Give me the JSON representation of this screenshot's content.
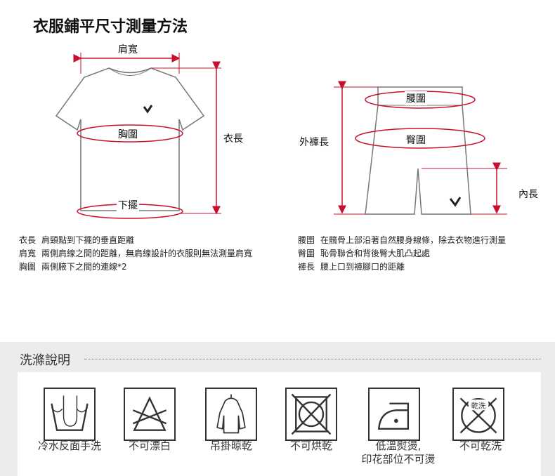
{
  "title": "衣服鋪平尺寸測量方法",
  "shirt": {
    "shoulder": "肩寬",
    "chest": "胸圍",
    "length": "衣長",
    "hem": "下擺"
  },
  "pants": {
    "waist": "腰圍",
    "hip": "臀圍",
    "outseam": "外褲長",
    "inseam": "內長"
  },
  "shirt_desc": [
    {
      "k": "衣長",
      "v": "肩頸點到下擺的垂直距離"
    },
    {
      "k": "肩寬",
      "v": "兩側肩線之間的距離，無肩線設計的衣服則無法測量肩寬"
    },
    {
      "k": "胸圍",
      "v": "兩側腋下之間的連線*2"
    }
  ],
  "pants_desc": [
    {
      "k": "腰圍",
      "v": "在髖骨上部沿著自然腰身線條，除去衣物進行測量"
    },
    {
      "k": "臀圍",
      "v": "恥骨聯合和背後臀大肌凸起處"
    },
    {
      "k": "褲長",
      "v": "腰上口到褲腳口的距離"
    }
  ],
  "wash": {
    "title": "洗滌說明",
    "items": [
      {
        "icon": "hand-wash-icon",
        "label": "冷水反面手洗"
      },
      {
        "icon": "no-bleach-icon",
        "label": "不可漂白"
      },
      {
        "icon": "hang-dry-icon",
        "label": "吊掛晾乾"
      },
      {
        "icon": "no-tumble-dry-icon",
        "label": "不可烘乾"
      },
      {
        "icon": "low-iron-icon",
        "label": "低溫熨燙,\n印花部位不可燙"
      },
      {
        "icon": "no-dry-clean-icon",
        "label": "不可乾洗",
        "badge": "乾洗"
      }
    ]
  },
  "colors": {
    "accent": "#c8102e",
    "outline": "#666666"
  }
}
